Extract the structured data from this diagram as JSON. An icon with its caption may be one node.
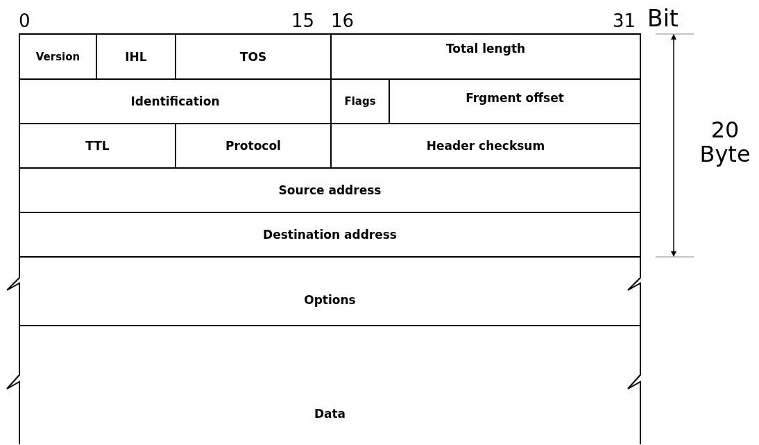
{
  "diagram": {
    "nodes": [
      {
        "text": [
          "Version"
        ]
      },
      {
        "text": [
          "IHL"
        ]
      },
      {
        "text": [
          "TOS"
        ]
      },
      {
        "text": [
          "Total length"
        ]
      },
      {
        "text": [
          "Identification"
        ]
      },
      {
        "text": [
          "Flags"
        ]
      },
      {
        "text": [
          "Frgment offset"
        ]
      },
      {
        "text": [
          "TTL"
        ]
      },
      {
        "text": [
          "Protocol"
        ]
      },
      {
        "text": [
          "Header checksum"
        ]
      },
      {
        "text": [
          "Source address"
        ]
      },
      {
        "text": [
          "Destination address"
        ]
      },
      {
        "text": [
          "Options"
        ]
      },
      {
        "text": [
          "Data"
        ]
      }
    ],
    "labels": [
      "0",
      "15",
      "16",
      "31",
      "Bit",
      "20 Byte"
    ]
  }
}
